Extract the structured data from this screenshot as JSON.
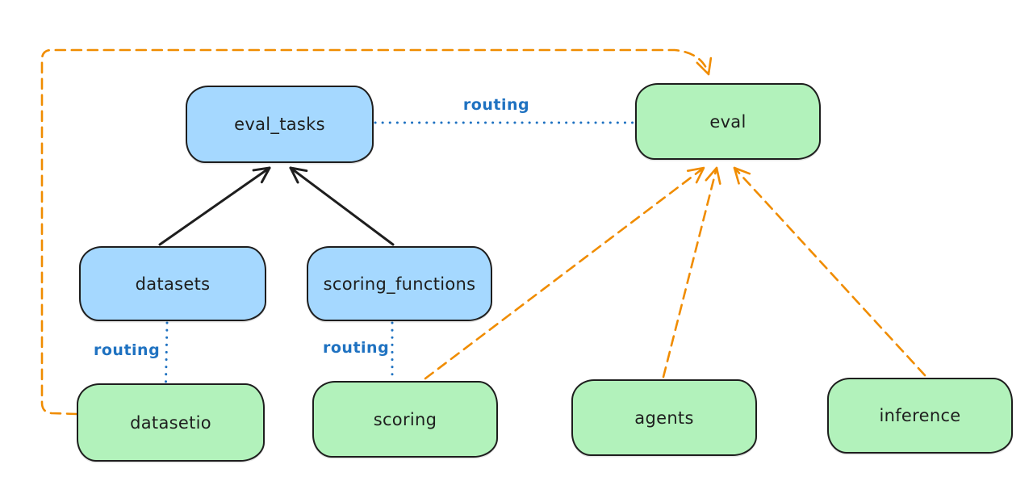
{
  "diagram": {
    "colors": {
      "node_blue_fill": "#a5d8ff",
      "node_green_fill": "#b2f2bb",
      "stroke": "#1e1e1e",
      "routing_blue": "#1f72c1",
      "orange": "#f08c00",
      "bg": "#ffffff"
    },
    "nodes": [
      {
        "id": "eval_tasks",
        "label": "eval_tasks",
        "color": "blue"
      },
      {
        "id": "eval",
        "label": "eval",
        "color": "green"
      },
      {
        "id": "datasets",
        "label": "datasets",
        "color": "blue"
      },
      {
        "id": "scoring_functions",
        "label": "scoring_functions",
        "color": "blue"
      },
      {
        "id": "datasetio",
        "label": "datasetio",
        "color": "green"
      },
      {
        "id": "scoring",
        "label": "scoring",
        "color": "green"
      },
      {
        "id": "agents",
        "label": "agents",
        "color": "green"
      },
      {
        "id": "inference",
        "label": "inference",
        "color": "green"
      }
    ],
    "edges": [
      {
        "from": "eval_tasks",
        "to": "eval",
        "style": "dotted-blue",
        "label": "routing"
      },
      {
        "from": "datasets",
        "to": "datasetio",
        "style": "dotted-blue",
        "label": "routing"
      },
      {
        "from": "scoring_functions",
        "to": "scoring",
        "style": "dotted-blue",
        "label": "routing"
      },
      {
        "from": "datasets",
        "to": "eval_tasks",
        "style": "solid-black-arrow"
      },
      {
        "from": "scoring_functions",
        "to": "eval_tasks",
        "style": "solid-black-arrow"
      },
      {
        "from": "datasetio",
        "to": "eval",
        "style": "dashed-orange-arrow"
      },
      {
        "from": "scoring",
        "to": "eval",
        "style": "dashed-orange-arrow"
      },
      {
        "from": "agents",
        "to": "eval",
        "style": "dashed-orange-arrow"
      },
      {
        "from": "inference",
        "to": "eval",
        "style": "dashed-orange-arrow"
      }
    ]
  }
}
